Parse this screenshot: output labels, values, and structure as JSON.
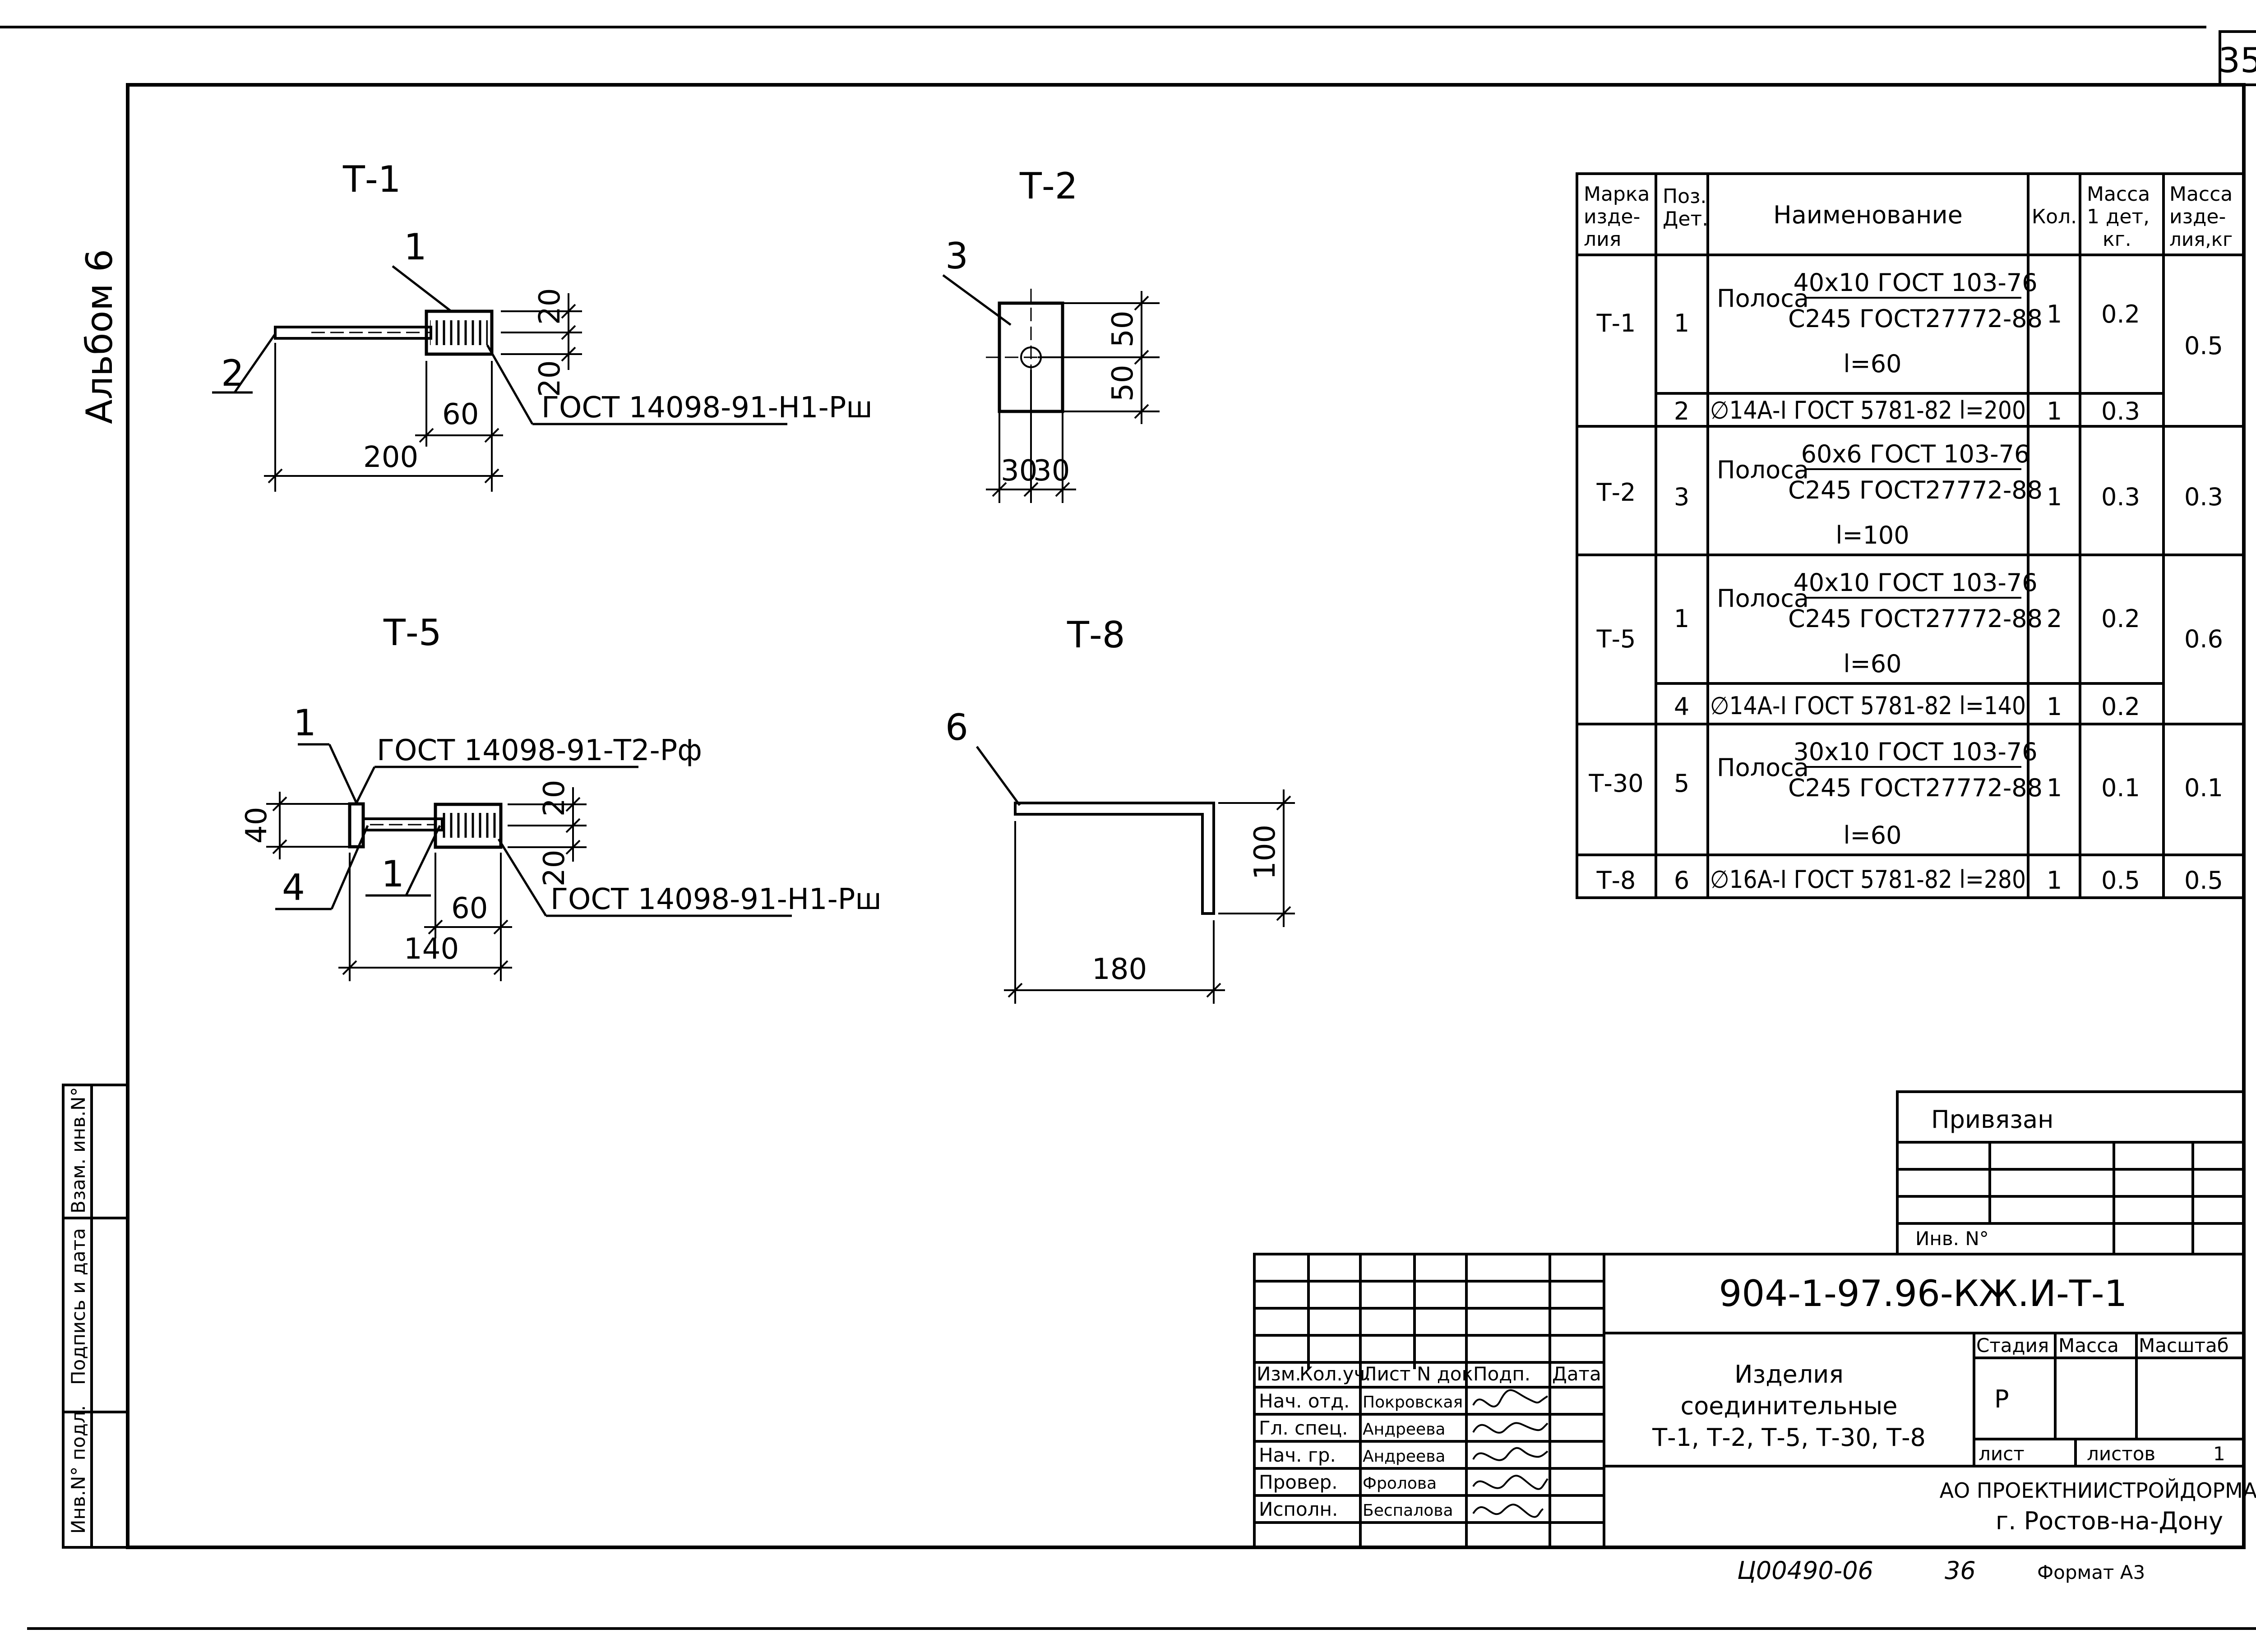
{
  "sheet_number": "35",
  "side_title": "Альбом 6",
  "side_stamp": [
    "Взам. инв.N°",
    "Подпись и дата",
    "Инв.N° подл."
  ],
  "details": {
    "t1": {
      "title": "Т-1",
      "pos1": "1",
      "pos2": "2",
      "dim_h1": "20",
      "dim_h2": "20",
      "dim_w1": "60",
      "dim_w2": "200",
      "gost": "ГОСТ 14098-91-Н1-Рш"
    },
    "t2": {
      "title": "Т-2",
      "pos": "3",
      "dim_v1": "50",
      "dim_v2": "50",
      "dim_h1": "30",
      "dim_h2": "30"
    },
    "t5": {
      "title": "Т-5",
      "pos1": "1",
      "pos4": "4",
      "pos1b": "1",
      "gost_top": "ГОСТ 14098-91-Т2-Рф",
      "gost_bottom": "ГОСТ 14098-91-Н1-Рш",
      "dim_v40": "40",
      "dim_h1": "20",
      "dim_h2": "20",
      "dim_w1": "60",
      "dim_w2": "140"
    },
    "t8": {
      "title": "Т-8",
      "pos": "6",
      "dim_h": "100",
      "dim_w": "180"
    }
  },
  "spec_table": {
    "headers": {
      "mark": [
        "Марка",
        "изде-",
        "лия"
      ],
      "pos": [
        "Поз.",
        "Дет."
      ],
      "name": "Наименование",
      "qty": "Кол.",
      "mass1": [
        "Масса",
        "1 дет,",
        "кг."
      ],
      "mass2": [
        "Масса",
        "изде-",
        "лия,кг"
      ]
    },
    "rows": [
      {
        "mark": "Т-1",
        "pos": "1",
        "pre": "Полоса",
        "num": "40x10 ГОСТ 103-76",
        "den": "С245 ГОСТ27772-88",
        "len": "l=60",
        "qty": "1",
        "m1": "0.2",
        "m2": "0.5"
      },
      {
        "pos": "2",
        "line": "∅14А-Ⅰ ГОСТ 5781-82  l=200",
        "qty": "1",
        "m1": "0.3"
      },
      {
        "mark": "Т-2",
        "pos": "3",
        "pre": "Полоса",
        "num": "60x6  ГОСТ 103-76",
        "den": "С245 ГОСТ27772-88",
        "len": "l=100",
        "qty": "1",
        "m1": "0.3",
        "m2": "0.3"
      },
      {
        "mark": "Т-5",
        "pos": "1",
        "pre": "Полоса",
        "num": "40x10 ГОСТ 103-76",
        "den": "С245 ГОСТ27772-88",
        "len": "l=60",
        "qty": "2",
        "m1": "0.2",
        "m2": "0.6"
      },
      {
        "pos": "4",
        "line": "∅14А-Ⅰ ГОСТ 5781-82  l=140",
        "qty": "1",
        "m1": "0.2"
      },
      {
        "mark": "Т-30",
        "pos": "5",
        "pre": "Полоса",
        "num": "30x10 ГОСТ 103-76",
        "den": "С245 ГОСТ27772-88",
        "len": "l=60",
        "qty": "1",
        "m1": "0.1",
        "m2": "0.1"
      },
      {
        "mark": "Т-8",
        "pos": "6",
        "line": "∅16А-Ⅰ ГОСТ 5781-82 l=280",
        "qty": "1",
        "m1": "0.5",
        "m2": "0.5"
      }
    ]
  },
  "privyazan": {
    "title": "Привязан",
    "inv": "Инв. N°"
  },
  "title_block": {
    "code": "904-1-97.96-КЖ.И-Т-1",
    "col_headers": [
      "Изм.",
      "Кол.уч.",
      "Лист",
      "N док",
      "Подп.",
      "Дата"
    ],
    "roles": [
      "Нач. отд.",
      "Гл. спец.",
      "Нач. гр.",
      "Провер.",
      "Исполн."
    ],
    "names": [
      "Покровская",
      "Андреева",
      "Андреева",
      "Фролова",
      "Беспалова"
    ],
    "product": [
      "Изделия",
      "соединительные",
      "Т-1, Т-2, Т-5, Т-30, Т-8"
    ],
    "stage_h": "Стадия",
    "mass_h": "Масса",
    "scale_h": "Масштаб",
    "stage": "Р",
    "sheet_label": "лист",
    "sheets_label": "листов",
    "sheets": "1",
    "org": "АО ПРОЕКТНИИСТРОЙДОРМАШ",
    "city": "г. Ростов-на-Дону"
  },
  "footer": {
    "archive": "Ц00490-06",
    "num": "36",
    "format": "Формат А3"
  }
}
